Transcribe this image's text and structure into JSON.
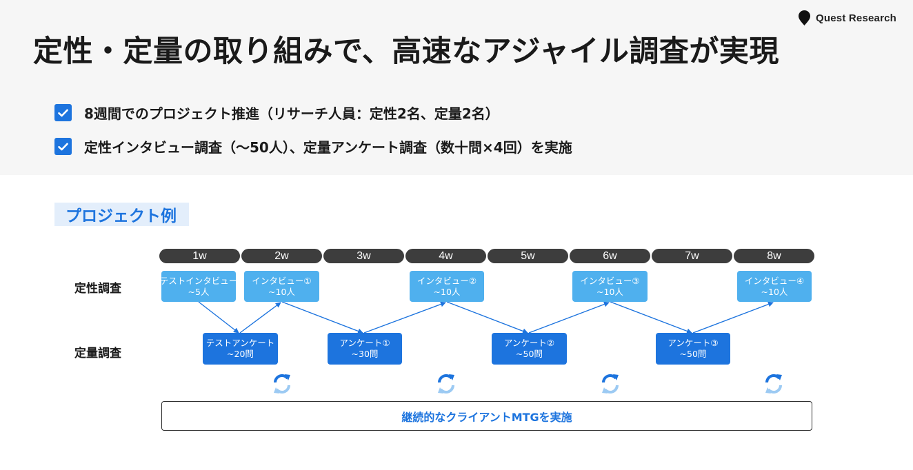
{
  "brand": {
    "name": "Quest Research"
  },
  "title": "定性・定量の取り組みで、高速なアジャイル調査が実現",
  "bullets": [
    "8週間でのプロジェクト推進（リサーチ人員：定性2名、定量2名）",
    "定性インタビュー調査（〜50人）、定量アンケート調査（数十問×4回）を実施"
  ],
  "example_label": "プロジェクト例",
  "weeks": [
    "1w",
    "2w",
    "3w",
    "4w",
    "5w",
    "6w",
    "7w",
    "8w"
  ],
  "rows": {
    "qualitative": "定性調査",
    "quantitative": "定量調査"
  },
  "qualitative_steps": [
    {
      "name": "テストインタビュー",
      "amount": "~5人"
    },
    {
      "name": "インタビュー①",
      "amount": "~10人"
    },
    {
      "name": "インタビュー②",
      "amount": "~10人"
    },
    {
      "name": "インタビュー③",
      "amount": "~10人"
    },
    {
      "name": "インタビュー④",
      "amount": "~10人"
    }
  ],
  "quantitative_steps": [
    {
      "name": "テストアンケート",
      "amount": "~20問"
    },
    {
      "name": "アンケート①",
      "amount": "~30問"
    },
    {
      "name": "アンケート②",
      "amount": "~50問"
    },
    {
      "name": "アンケート③",
      "amount": "~50問"
    }
  ],
  "mtg": "継続的なクライアントMTGを実施",
  "colors": {
    "accent": "#1d74de",
    "qualitative": "#4fb0ee",
    "quantitative": "#1d74de",
    "week_pill": "#3d3d3d",
    "cycle": "#9ccaf3"
  },
  "icons": {
    "check": "check-icon",
    "cycle": "refresh-cycle-icon",
    "brand": "location-pin-logo"
  }
}
